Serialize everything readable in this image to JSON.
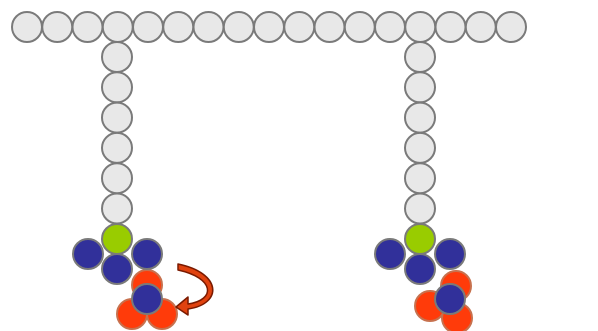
{
  "diagram": {
    "colors": {
      "chain": "#e8e8e8",
      "outline": "#7a7a7a",
      "blue": "#31309a",
      "red": "#ff3b0a",
      "green": "#99cc00",
      "arrow": "#e0420f"
    },
    "backbone_bead_count": 17,
    "left_branch": {
      "chain_bead_count": 6,
      "cluster": "before-rotation"
    },
    "right_branch": {
      "chain_bead_count": 6,
      "cluster": "after-rotation"
    },
    "arrow_icon": "curved-rotation-arrow"
  }
}
